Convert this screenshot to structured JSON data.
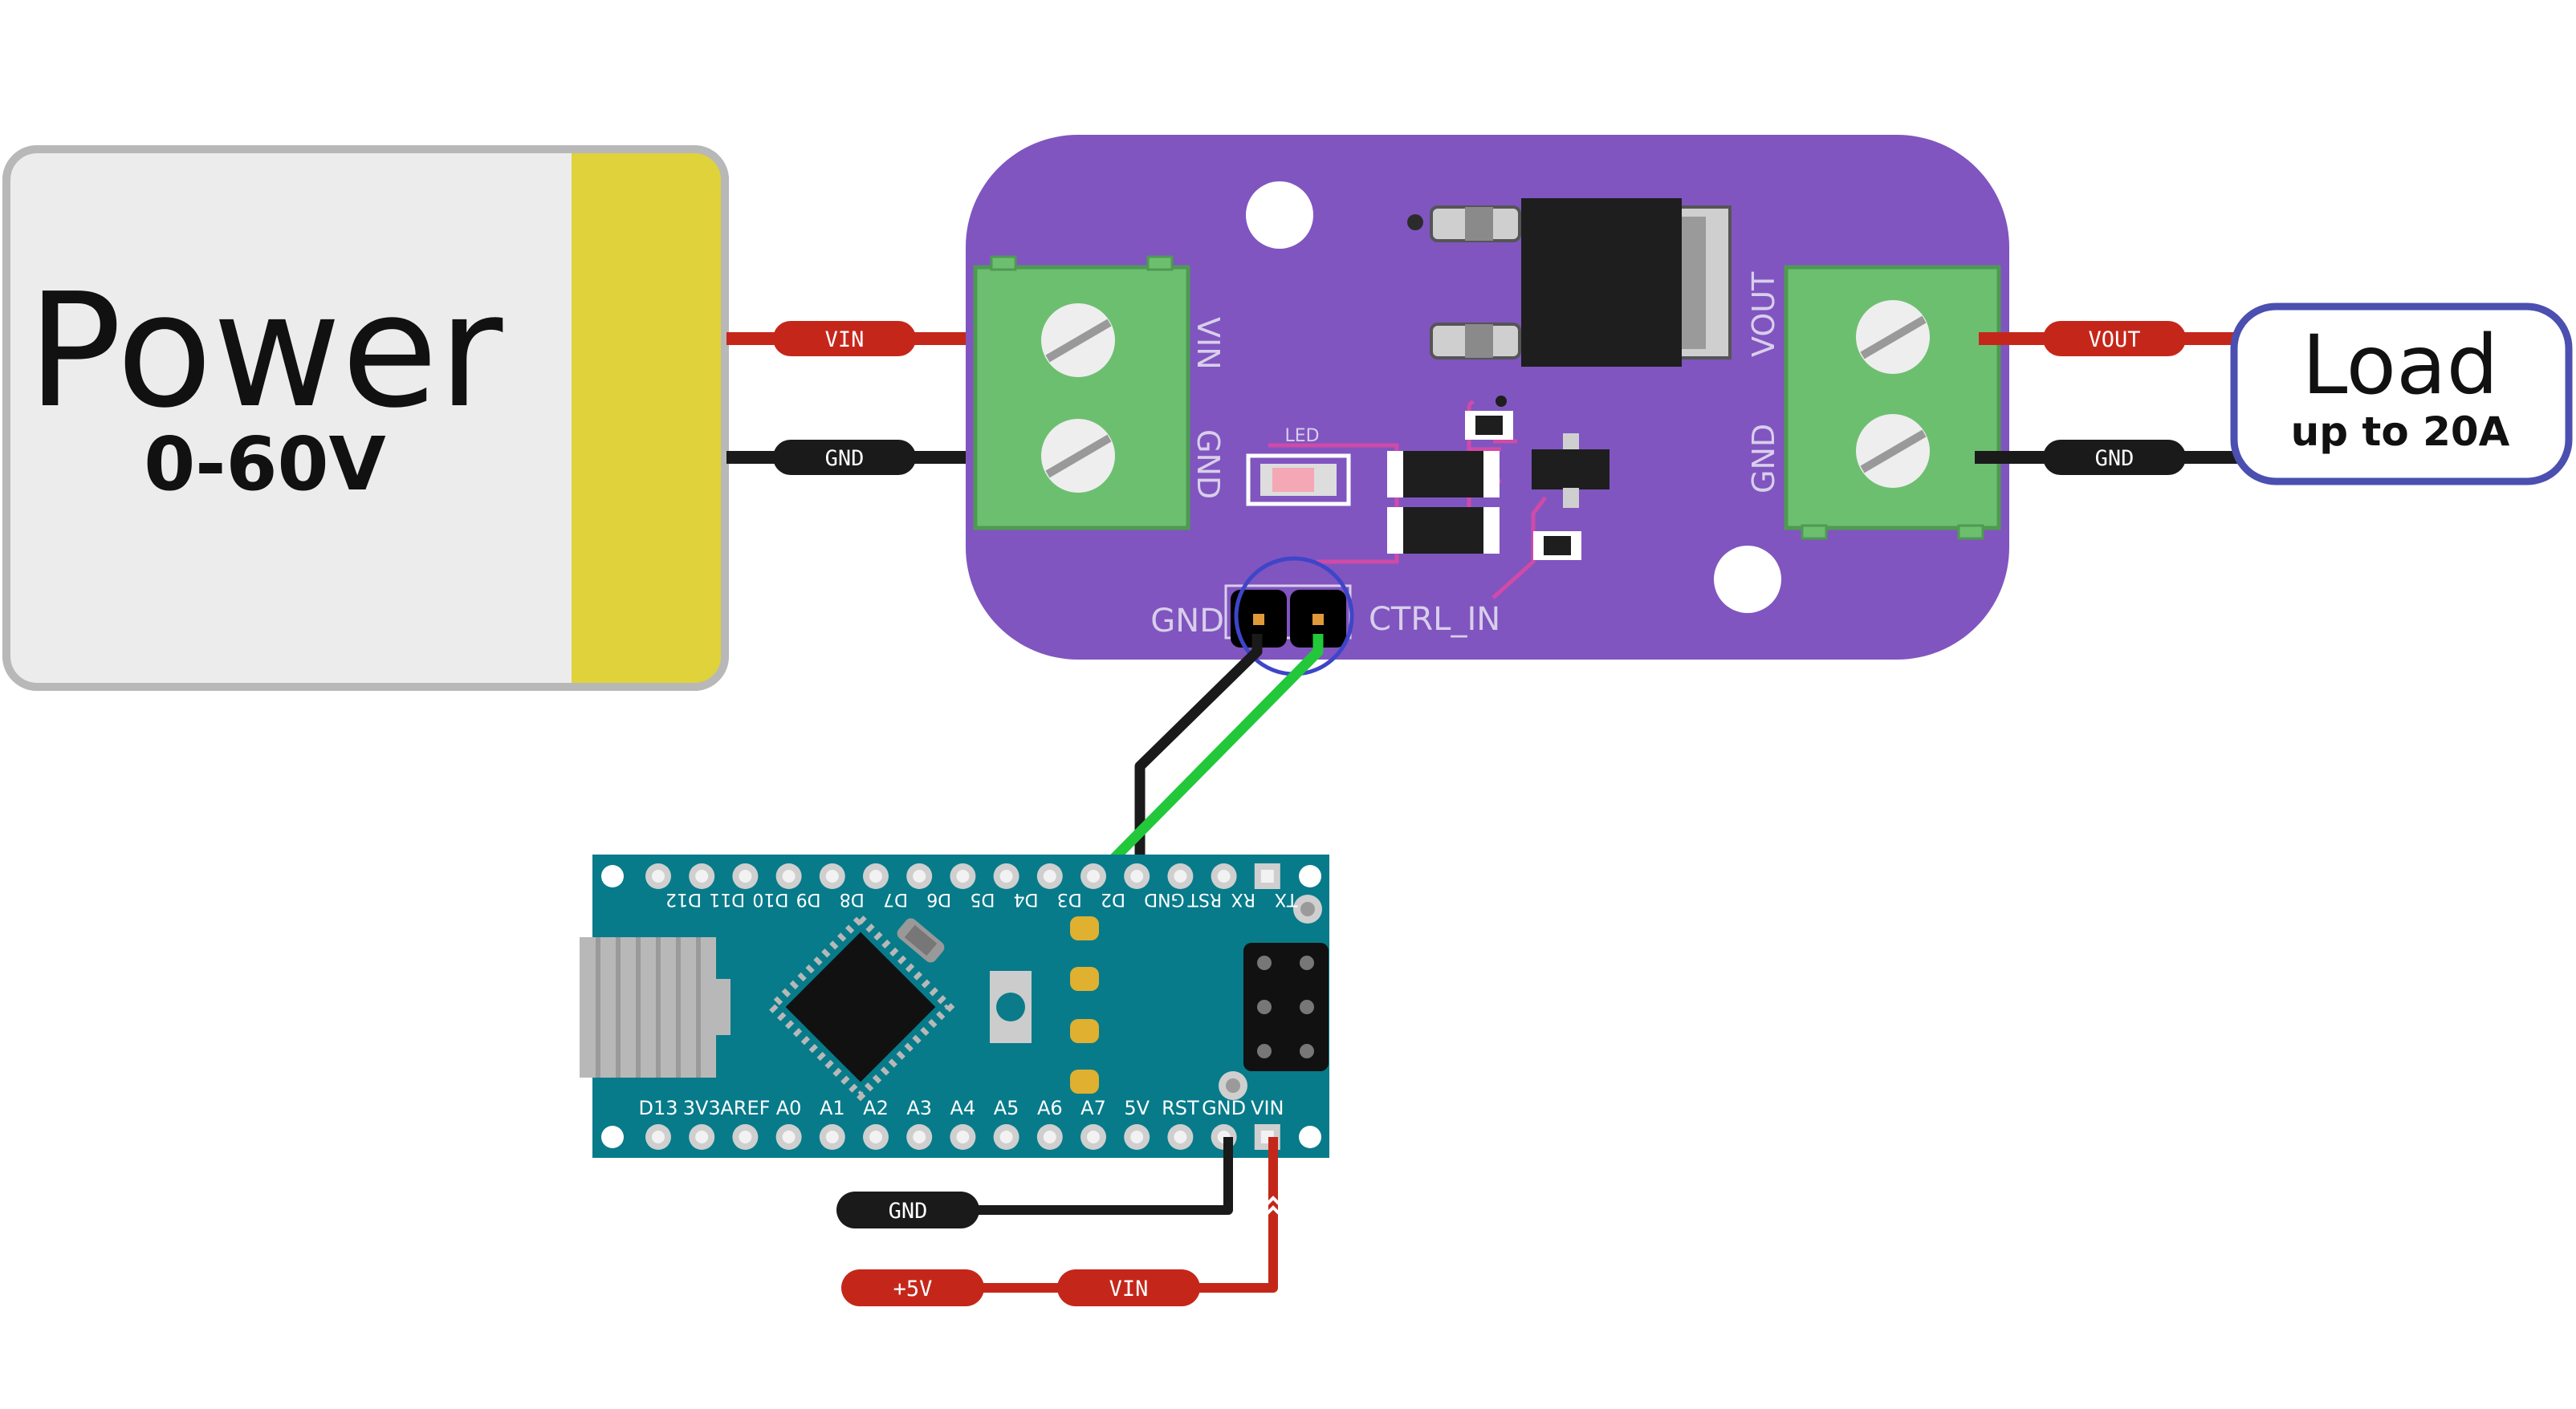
{
  "power": {
    "title": "Power",
    "range": "0-60V"
  },
  "load": {
    "title": "Load",
    "subtitle": "up to 20A"
  },
  "module": {
    "vin": "VIN",
    "gnd_left": "GND",
    "vout": "VOUT",
    "gnd_right": "GND",
    "led": "LED",
    "gnd_pin": "GND",
    "ctrl_in": "CTRL_IN"
  },
  "wire_labels": {
    "vin_in": "VIN",
    "gnd_in": "GND",
    "vout": "VOUT",
    "gnd_out": "GND",
    "nano_gnd": "GND",
    "plus5v": "+5V",
    "nano_vin": "VIN"
  },
  "nano": {
    "top_pins": [
      "D12",
      "D11",
      "D10",
      "D9",
      "D8",
      "D7",
      "D6",
      "D5",
      "D4",
      "D3",
      "D2",
      "GND",
      "RST",
      "RX",
      "TX"
    ],
    "bottom_pins": [
      "D13",
      "3V3",
      "AREF",
      "A0",
      "A1",
      "A2",
      "A3",
      "A4",
      "A5",
      "A6",
      "A7",
      "5V",
      "RST",
      "GND",
      "VIN"
    ]
  },
  "colors": {
    "pcb_purple": "#8055c0",
    "terminal_green": "#6dbf70",
    "nano_teal": "#077b8a",
    "wire_red": "#c4271a",
    "wire_black": "#1a1a1a",
    "wire_green": "#22c83a",
    "battery_yellow": "#e0d23a",
    "load_border": "#4a4fb0"
  }
}
